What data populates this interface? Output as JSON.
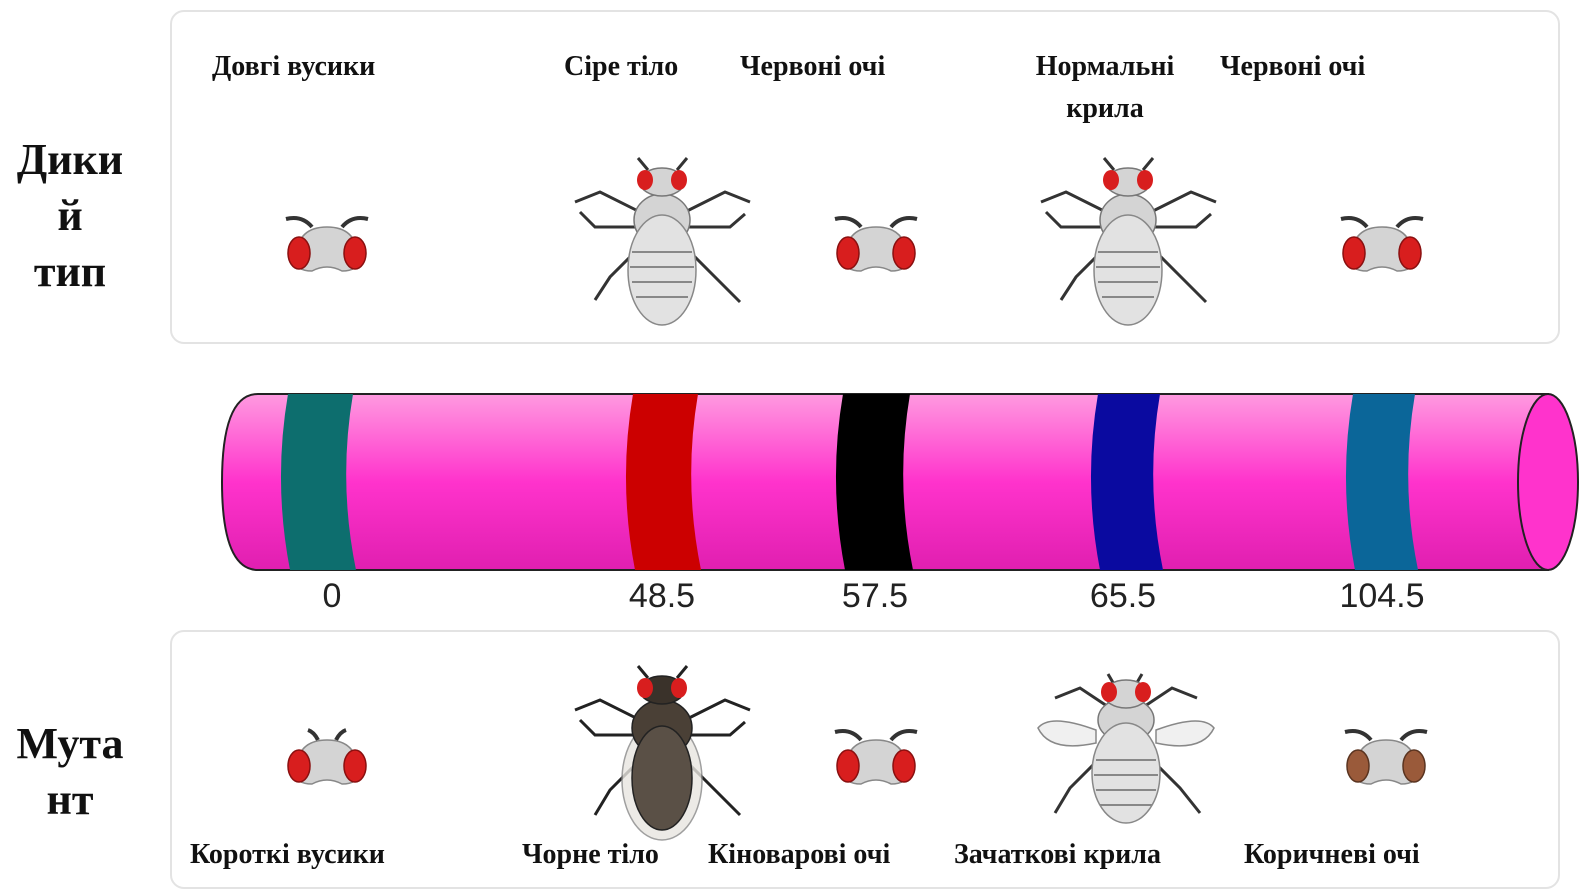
{
  "rows": {
    "wild_type": "Дики\nй\nтип",
    "mutant": "Мута\nнт"
  },
  "wild_traits": [
    "Довгі вусики",
    "Сіре тіло",
    "Червоні очі",
    "Нормальні крила",
    "Червоні очі"
  ],
  "mutant_traits": [
    "Короткі вусики",
    "Чорне тіло",
    "Кіноварові очі",
    "Зачаткові крила",
    "Коричневі очі"
  ],
  "positions": [
    "0",
    "48.5",
    "57.5",
    "65.5",
    "104.5"
  ],
  "chromosome": {
    "body_color": "#ff33cc",
    "band_colors": [
      "#0d6e6e",
      "#cc0000",
      "#000000",
      "#0a0aa0",
      "#0b6699"
    ]
  },
  "colors": {
    "eye_red": "#d81e1e",
    "eye_brown": "#9a5a3a",
    "body_grey": "#d4d4d4",
    "body_black": "#4a4036"
  }
}
